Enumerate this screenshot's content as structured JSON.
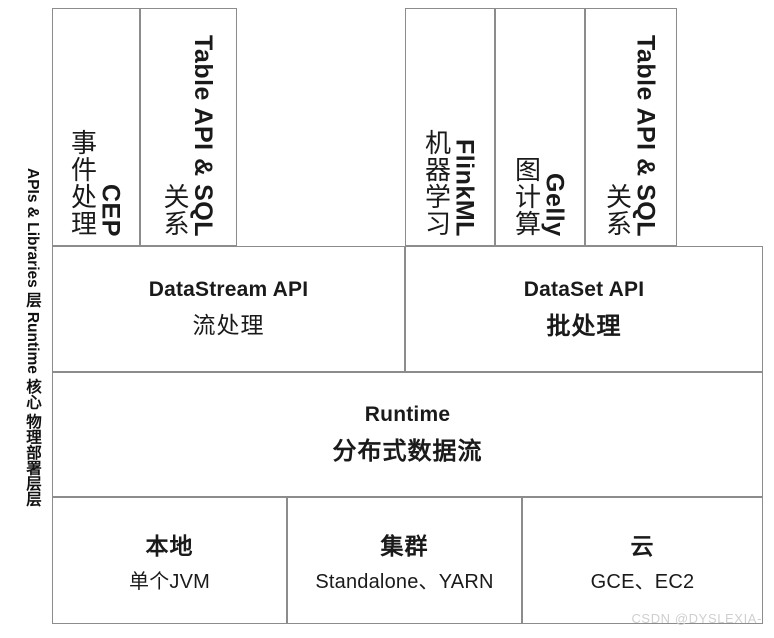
{
  "axis": {
    "label": "APIs & Libraries 层 Runtime 核心 物理部署层层"
  },
  "top_row": {
    "left_group": [
      {
        "en": "CEP",
        "cn": "事件处理"
      },
      {
        "en": "Table API & SQL",
        "cn": "关系"
      }
    ],
    "right_group": [
      {
        "en": "FlinkML",
        "cn": "机器学习"
      },
      {
        "en": "Gelly",
        "cn": "图计算"
      },
      {
        "en": "Table API & SQL",
        "cn": "关系"
      }
    ]
  },
  "api_row": [
    {
      "en": "DataStream API",
      "cn": "流处理"
    },
    {
      "en": "DataSet API",
      "cn": "批处理"
    }
  ],
  "runtime_row": {
    "en": "Runtime",
    "cn": "分布式数据流"
  },
  "deploy_row": [
    {
      "title": "本地",
      "sub": "单个JVM"
    },
    {
      "title": "集群",
      "sub": "Standalone、YARN"
    },
    {
      "title": "云",
      "sub": "GCE、EC2"
    }
  ],
  "watermark": {
    "text": "CSDN @DYSLEXIA-"
  },
  "colors": {
    "border": "#8c8c8c",
    "text": "#111111",
    "background": "#ffffff",
    "watermark": "#cfcfcf"
  }
}
